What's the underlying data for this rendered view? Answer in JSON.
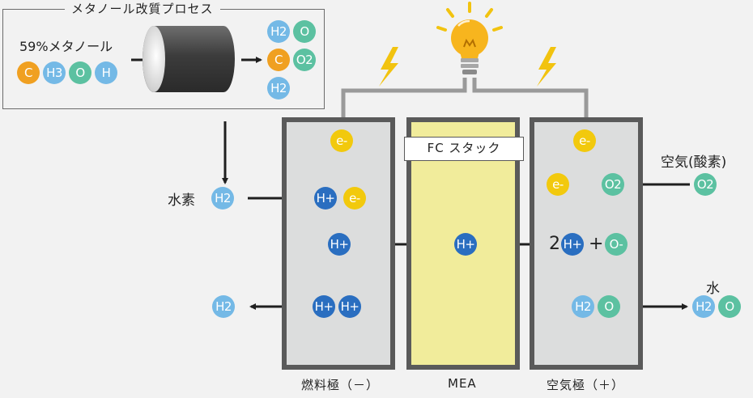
{
  "process": {
    "title": "メタノール改質プロセス",
    "input_label": "59%メタノール",
    "input_molecules": [
      "C",
      "H3",
      "O",
      "H"
    ],
    "output_molecules": [
      "H2",
      "O",
      "C",
      "O2",
      "H2"
    ]
  },
  "hydrogen_supply": {
    "label": "水素",
    "molecule": "H2"
  },
  "anode": {
    "electron": "e-",
    "incoming": [
      "H+",
      "e-"
    ],
    "proton": "H+",
    "exhaust_molecule": "H2",
    "outgoing": [
      "H+",
      "H+"
    ],
    "caption": "燃料極（－）"
  },
  "mea": {
    "stack_label": "FC スタック",
    "proton": "H+",
    "caption": "MEA"
  },
  "cathode": {
    "electron_top": "e-",
    "electron": "e-",
    "oxygen": "O2",
    "reaction_coef": "2",
    "reaction_proton": "H+",
    "plus": "+",
    "reaction_ion": "O-",
    "water": [
      "H2",
      "O"
    ],
    "caption": "空気極（＋）"
  },
  "air_supply": {
    "label": "空気(酸素)",
    "molecule": "O2"
  },
  "water_output": {
    "label": "水",
    "molecules": [
      "H2",
      "O"
    ]
  },
  "colors": {
    "carbon": "#f0a021",
    "hydrogen": "#74b9e6",
    "oxygen": "#5cc1a1",
    "proton": "#2a6ec0",
    "electron": "#f2c90d",
    "frame": "#5a5a5a",
    "mea": "#f1ec9b"
  },
  "icons": [
    "bulb-icon",
    "lightning-bolt-icon",
    "arrow-icon"
  ]
}
